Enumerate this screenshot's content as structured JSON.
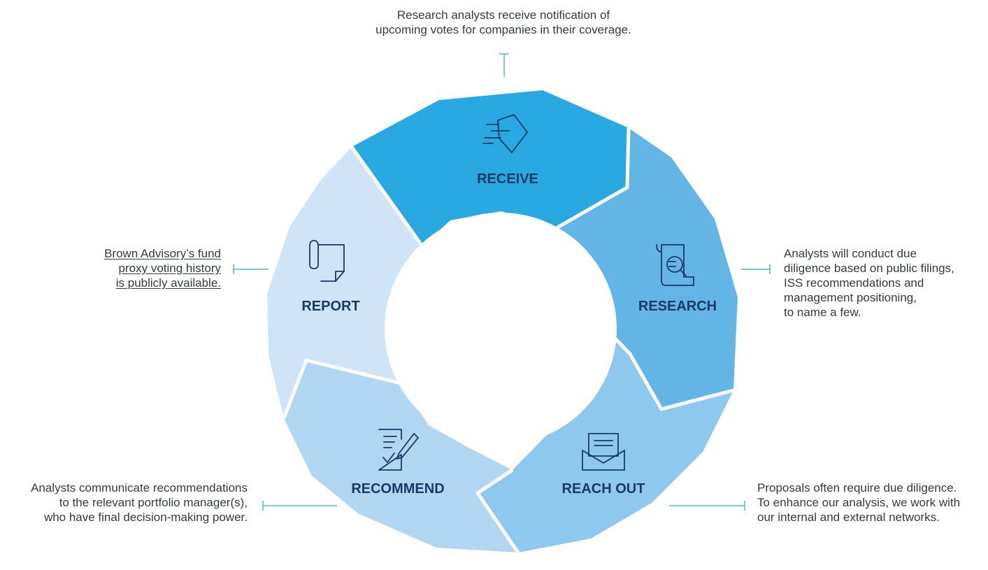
{
  "segments": [
    {
      "label": "RECEIVE",
      "color": "#29a9e1",
      "icon": "receive-document-icon"
    },
    {
      "label": "RESEARCH",
      "color": "#63b5e6",
      "icon": "research-scroll-magnifier-icon"
    },
    {
      "label": "REACH OUT",
      "color": "#8ec8ee",
      "icon": "envelope-letter-icon"
    },
    {
      "label": "RECOMMEND",
      "color": "#b0d6f2",
      "icon": "document-pen-checkmark-icon"
    },
    {
      "label": "REPORT",
      "color": "#cfe4f6",
      "icon": "paperclip-document-icon"
    }
  ],
  "annotations": {
    "receive": [
      "Research analysts receive notification of",
      "upcoming votes for companies in their coverage."
    ],
    "research": [
      "Analysts will conduct due",
      "diligence based on public filings,",
      "ISS recommendations and",
      "management positioning,",
      "to name a few."
    ],
    "reach_out": [
      "Proposals often require due diligence.",
      "To enhance our analysis, we work with",
      "our internal and external networks."
    ],
    "recommend": [
      "Analysts communicate recommendations",
      "to the relevant portfolio manager(s),",
      "who have final decision-making power."
    ],
    "report": [
      "Brown Advisory’s fund",
      "proxy voting history",
      "is publicly available."
    ]
  },
  "connector_color": "#5aafe0"
}
